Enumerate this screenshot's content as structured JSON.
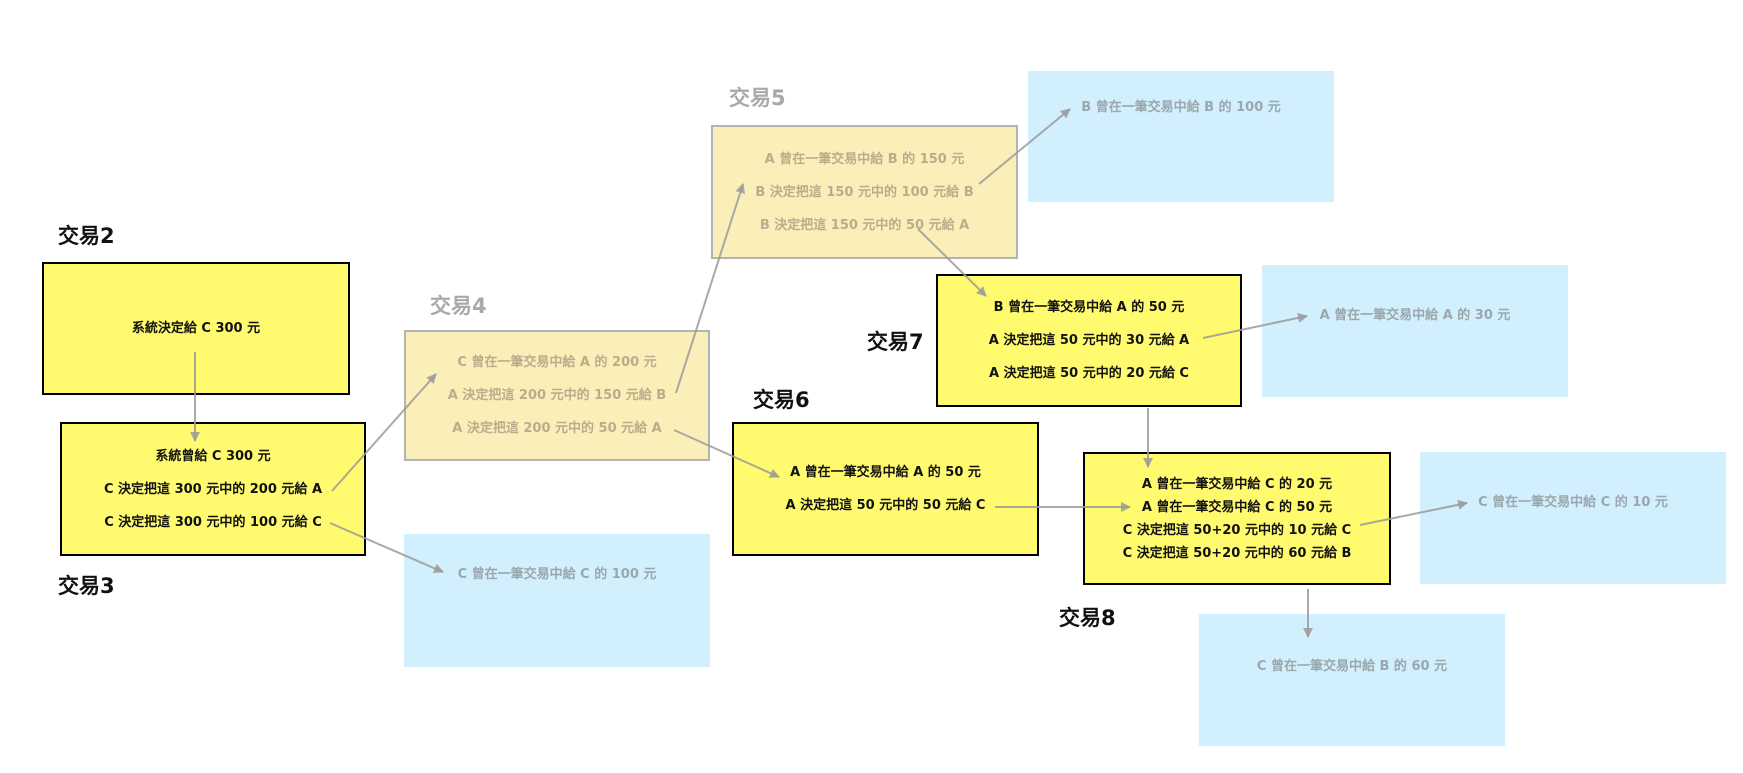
{
  "labels": {
    "t2": "交易2",
    "t3": "交易3",
    "t4": "交易4",
    "t5": "交易5",
    "t6": "交易6",
    "t7": "交易7",
    "t8": "交易8"
  },
  "box2": [
    "系統決定給 C 300 元"
  ],
  "box3": [
    "系統曾給 C 300 元",
    "C 決定把這 300 元中的 200 元給 A",
    "C 決定把這 300 元中的 100 元給 C"
  ],
  "box4": [
    "C 曾在一筆交易中給 A 的 200 元",
    "A 決定把這 200 元中的 150 元給 B",
    "A 決定把這 200 元中的 50 元給 A"
  ],
  "box5": [
    "A 曾在一筆交易中給 B 的 150 元",
    "B 決定把這 150 元中的 100 元給 B",
    "B 決定把這 150 元中的 50 元給 A"
  ],
  "box6": [
    "A 曾在一筆交易中給 A 的 50 元",
    "A 決定把這 50 元中的 50 元給 C"
  ],
  "box7": [
    "B 曾在一筆交易中給 A 的 50 元",
    "A 決定把這 50 元中的 30 元給 A",
    "A 決定把這 50 元中的 20 元給 C"
  ],
  "box8": [
    "A 曾在一筆交易中給 C 的 20 元",
    "A 曾在一筆交易中給 C 的 50 元",
    "C 決定把這 50+20 元中的 10 元給 C",
    "C 決定把這 50+20 元中的 60 元給 B"
  ],
  "utxo": {
    "c100": "C 曾在一筆交易中給 C 的 100 元",
    "b100": "B 曾在一筆交易中給 B 的 100 元",
    "a30": "A 曾在一筆交易中給 A 的 30 元",
    "c10": "C 曾在一筆交易中給 C 的 10 元",
    "c60": "C 曾在一筆交易中給 B 的 60 元"
  },
  "colors": {
    "active": "#fffa6e",
    "spent": "#fbefb9",
    "unspent": "#d1effc",
    "arrow": "#9a9a9a"
  }
}
